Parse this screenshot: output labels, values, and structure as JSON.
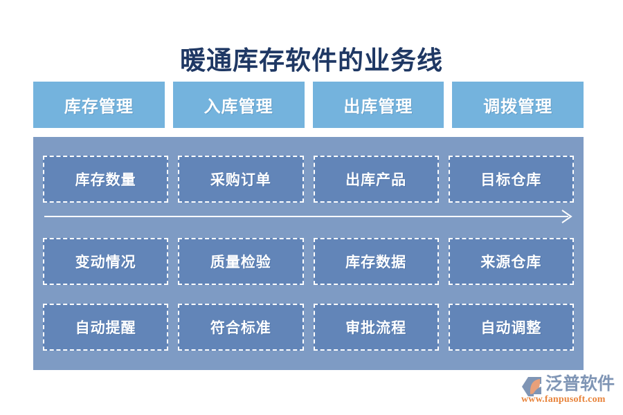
{
  "page": {
    "title": "暖通库存软件的业务线",
    "background_color": "#ffffff"
  },
  "colors": {
    "title_text": "#1f3864",
    "tab_fill": "#74b3dd",
    "panel_fill": "#7e9bc4",
    "cell_fill": "#6285b8",
    "cell_border": "#ffffff",
    "arrow": "#ffffff",
    "logo_name": "#7f95b5",
    "logo_url": "#e8833a",
    "logo_mark_blue": "#7f95b5",
    "logo_mark_orange": "#e8a07a"
  },
  "tabs": [
    {
      "label": "库存管理"
    },
    {
      "label": "入库管理"
    },
    {
      "label": "出库管理"
    },
    {
      "label": "调拨管理"
    }
  ],
  "grid": {
    "rows": [
      {
        "cells": [
          {
            "label": "库存数量"
          },
          {
            "label": "采购订单"
          },
          {
            "label": "出库产品"
          },
          {
            "label": "目标仓库"
          }
        ]
      },
      {
        "cells": [
          {
            "label": "变动情况"
          },
          {
            "label": "质量检验"
          },
          {
            "label": "库存数据"
          },
          {
            "label": "来源仓库"
          }
        ]
      },
      {
        "cells": [
          {
            "label": "自动提醒"
          },
          {
            "label": "符合标准"
          },
          {
            "label": "审批流程"
          },
          {
            "label": "自动调整"
          }
        ]
      }
    ]
  },
  "flow_arrow": {
    "icon": "right-arrow-icon",
    "direction": "right"
  },
  "logo": {
    "mark_icon": "fanpu-hexagon-icon",
    "name": "泛普软件",
    "url": "www.fanpusoft.com"
  }
}
